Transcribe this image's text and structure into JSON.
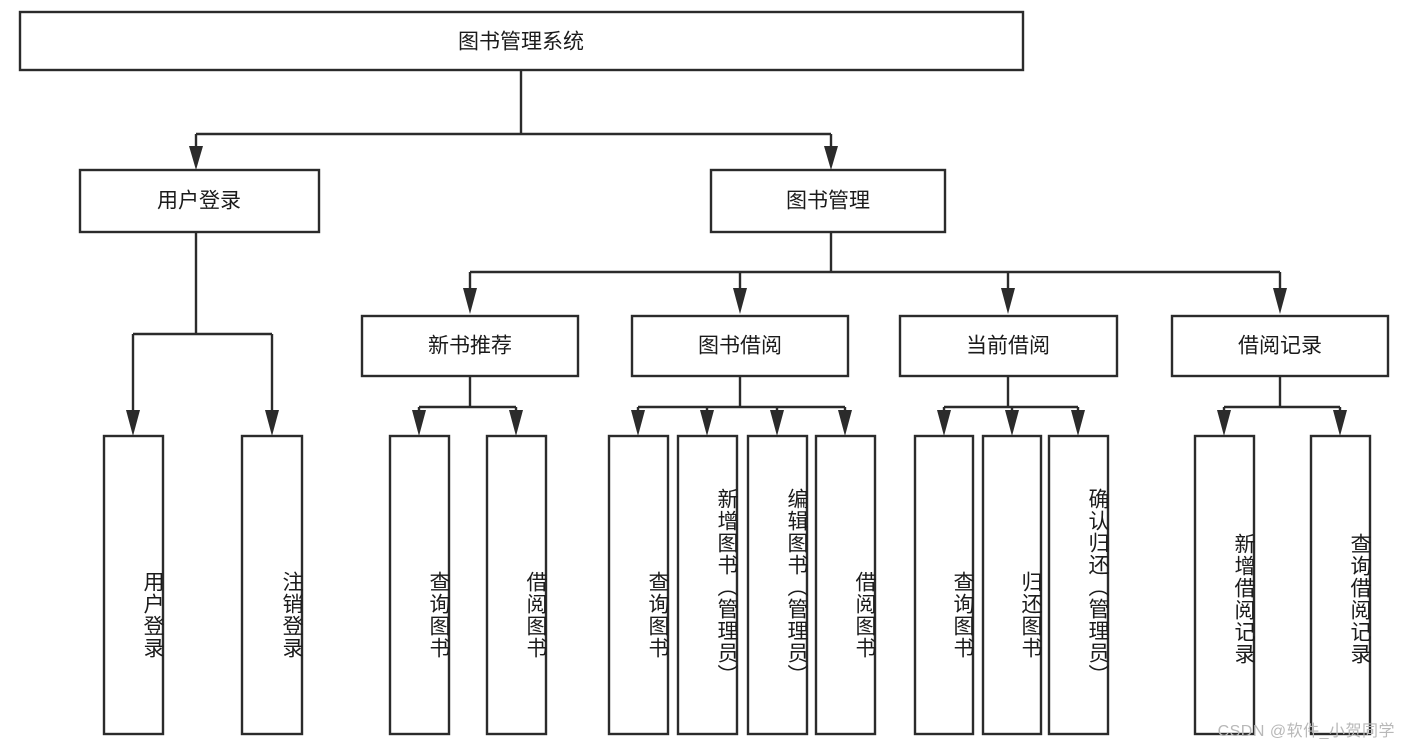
{
  "diagram": {
    "type": "tree-hierarchy",
    "title": "图书管理系统",
    "watermark": "CSDN @软件_小贺同学",
    "colors": {
      "background": "#ffffff",
      "box_fill": "#ffffff",
      "box_stroke": "#2b2b2b",
      "connector": "#2b2b2b",
      "text": "#1b1b1b",
      "watermark": "#b8b8b8"
    },
    "root": {
      "label": "图书管理系统"
    },
    "level2": [
      {
        "id": "user-login",
        "label": "用户登录"
      },
      {
        "id": "book-management",
        "label": "图书管理"
      }
    ],
    "level3": [
      {
        "id": "new-book-recommend",
        "label": "新书推荐",
        "parent": "book-management"
      },
      {
        "id": "book-borrow",
        "label": "图书借阅",
        "parent": "book-management"
      },
      {
        "id": "current-borrow",
        "label": "当前借阅",
        "parent": "book-management"
      },
      {
        "id": "borrow-record",
        "label": "借阅记录",
        "parent": "book-management"
      }
    ],
    "leaves": [
      {
        "id": "leaf-user-login",
        "label": "用户登录",
        "parent": "user-login"
      },
      {
        "id": "leaf-logout",
        "label": "注销登录",
        "parent": "user-login"
      },
      {
        "id": "leaf-query-book-1",
        "label": "查询图书",
        "parent": "new-book-recommend"
      },
      {
        "id": "leaf-borrow-book-1",
        "label": "借阅图书",
        "parent": "new-book-recommend"
      },
      {
        "id": "leaf-query-book-2",
        "label": "查询图书",
        "parent": "book-borrow"
      },
      {
        "id": "leaf-add-book",
        "label": "新增图书（管理员）",
        "parent": "book-borrow"
      },
      {
        "id": "leaf-edit-book",
        "label": "编辑图书（管理员）",
        "parent": "book-borrow"
      },
      {
        "id": "leaf-borrow-book-2",
        "label": "借阅图书",
        "parent": "book-borrow"
      },
      {
        "id": "leaf-query-book-3",
        "label": "查询图书",
        "parent": "current-borrow"
      },
      {
        "id": "leaf-return-book",
        "label": "归还图书",
        "parent": "current-borrow"
      },
      {
        "id": "leaf-confirm-return",
        "label": "确认归还（管理员）",
        "parent": "current-borrow"
      },
      {
        "id": "leaf-add-record",
        "label": "新增借阅记录",
        "parent": "borrow-record"
      },
      {
        "id": "leaf-query-record",
        "label": "查询借阅记录",
        "parent": "borrow-record"
      }
    ]
  }
}
